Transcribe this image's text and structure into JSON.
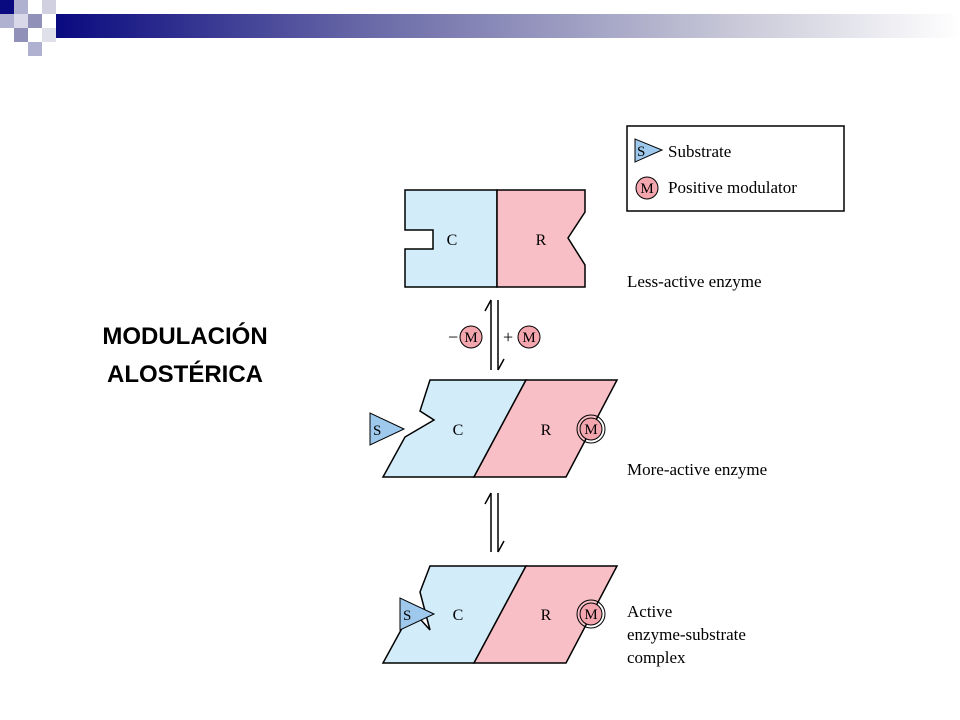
{
  "slide": {
    "title_line1": "MODULACIÓN",
    "title_line2": "ALOSTÉRICA"
  },
  "legend": {
    "substrate_symbol": "S",
    "substrate_label": "Substrate",
    "modulator_symbol": "M",
    "modulator_label": "Positive modulator"
  },
  "states": {
    "less_active": {
      "catalytic": "C",
      "regulatory": "R",
      "label": "Less-active enzyme"
    },
    "more_active": {
      "catalytic": "C",
      "regulatory": "R",
      "substrate": "S",
      "modulator": "M",
      "label": "More-active enzyme"
    },
    "active_complex": {
      "catalytic": "C",
      "regulatory": "R",
      "substrate": "S",
      "modulator": "M",
      "label_line1": "Active",
      "label_line2": "enzyme-substrate",
      "label_line3": "complex"
    }
  },
  "equilibrium": {
    "minus_sign": "−",
    "minus_symbol": "M",
    "plus_sign": "+",
    "plus_symbol": "M"
  },
  "colors": {
    "catalytic_fill": "#d3ecfa",
    "regulatory_fill": "#f9bfc6",
    "substrate_fill": "#9fc9ec",
    "modulator_fill": "#f4a6ae",
    "header_dark": "#0a0a80"
  }
}
